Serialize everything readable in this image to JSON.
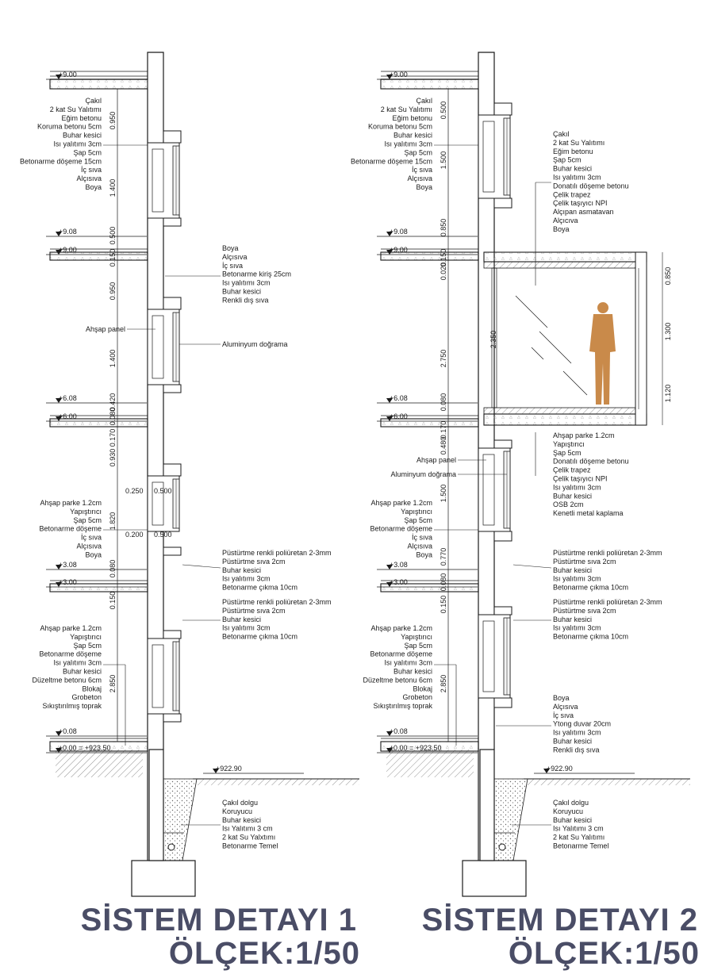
{
  "titles": {
    "left_title": "SİSTEM DETAYI 1",
    "left_scale": "ÖLÇEK:1/50",
    "right_title": "SİSTEM DETAYI 2",
    "right_scale": "ÖLÇEK:1/50"
  },
  "left": {
    "levels": [
      "+9.00",
      "+9.08",
      "+9.00",
      "+6.08",
      "+6.00",
      "+3.08",
      "+3.00",
      "+0.08",
      "±0.00 = +923.50",
      "+922.90"
    ],
    "dims": [
      "0.950",
      "1.400",
      "0.500",
      "0.150",
      "0.950",
      "1.400",
      "0.420",
      "0.080",
      "0.170",
      "0.930",
      "1.820",
      "0.080",
      "0.150",
      "2.850"
    ],
    "window_dims": [
      "0.250",
      "0.500",
      "0.200",
      "0.500"
    ],
    "roof_layers": [
      "Çakıl",
      "2 kat Su Yalıtımı",
      "Eğim betonu",
      "Koruma betonu 5cm",
      "Buhar kesici",
      "Isı yalıtımı 3cm",
      "Şap 5cm",
      "Betonarme döşeme 15cm",
      "İç sıva",
      "Alçısıva",
      "Boya"
    ],
    "wall_layers": [
      "Boya",
      "Alçısıva",
      "İç sıva",
      "Betonarme kiriş 25cm",
      "Isı yalıtımı 3cm",
      "Buhar kesici",
      "Renkli dış sıva"
    ],
    "wood_panel": "Ahşap panel",
    "aluminium": "Aluminyum doğrama",
    "floor_layers": [
      "Ahşap parke 1.2cm",
      "Yapıştırıcı",
      "Şap 5cm",
      "Betonarme döşeme",
      "İç sıva",
      "Alçısıva",
      "Boya"
    ],
    "cantilever1": [
      "Püstürtme renkli poliüretan 2-3mm",
      "Püstürtme sıva 2cm",
      "Buhar kesici",
      "Isı yalıtımı 3cm",
      "Betonarme çıkma 10cm"
    ],
    "cantilever2": [
      "Püstürtme renkli poliüretan 2-3mm",
      "Püstürtme sıva 2cm",
      "Buhar kesici",
      "Isı yalıtımı 3cm",
      "Betonarme çıkma 10cm"
    ],
    "ground_layers": [
      "Ahşap parke 1.2cm",
      "Yapıştırıcı",
      "Şap 5cm",
      "Betonarme döşeme",
      "Isı yalıtımı 3cm",
      "Buhar kesici",
      "Düzeltme betonu 6cm",
      "Blokaj",
      "Grobeton",
      "Sıkıştırılmış toprak"
    ],
    "foundation": [
      "Çakıl dolgu",
      "Koruyucu",
      "Buhar kesici",
      "Isı Yalıtımı 3 cm",
      "2 kat Su Yalxtımı",
      "Betonarme Temel"
    ]
  },
  "right": {
    "levels": [
      "+9.00",
      "+9.08",
      "+9.00",
      "+6.08",
      "+6.00",
      "+3.08",
      "+3.00",
      "+0.08",
      "±0.00 = +923.50",
      "+922.90"
    ],
    "dims": [
      "0.500",
      "1.500",
      "0.850",
      "0.150",
      "0.020",
      "2.750",
      "0.080",
      "0.170",
      "0.480",
      "1.500",
      "0.770",
      "0.080",
      "0.150",
      "2.850"
    ],
    "box_dims": [
      "2.350",
      "0.850",
      "1.300",
      "1.120"
    ],
    "roof_layers": [
      "Çakıl",
      "2 kat Su Yalıtımı",
      "Eğim betonu",
      "Koruma betonu 5cm",
      "Buhar kesici",
      "Isı yalıtımı 3cm",
      "Şap 5cm",
      "Betonarme döşeme 15cm",
      "İç sıva",
      "Alçısıva",
      "Boya"
    ],
    "box_roof": [
      "Çakıl",
      "2 kat Su Yalıtımı",
      "Eğim betonu",
      "Şap 5cm",
      "Buhar kesici",
      "Isı yalıtımı 3cm",
      "Donatılı döşeme betonu",
      "Çelik trapez",
      "Çelik taşıyıcı NPI",
      "Alçıpan asmatavan",
      "Alçıcıva",
      "Boya"
    ],
    "box_floor": [
      "Ahşap parke 1.2cm",
      "Yapıştırıcı",
      "Şap 5cm",
      "Donatılı döşeme betonu",
      "Çelik trapez",
      "Çelik taşıyıcı NPI",
      "Isı yalıtımı 3cm",
      "Buhar kesici",
      "OSB 2cm",
      "Kenetli metal kaplama"
    ],
    "wood_panel": "Ahşap panel",
    "aluminium": "Aluminyum doğrama",
    "floor_layers": [
      "Ahşap parke 1.2cm",
      "Yapıştırıcı",
      "Şap 5cm",
      "Betonarme döşeme",
      "İç sıva",
      "Alçısıva",
      "Boya"
    ],
    "cantilever1": [
      "Püstürtme renkli poliüretan 2-3mm",
      "Püstürtme sıva 2cm",
      "Buhar kesici",
      "Isı yalıtımı 3cm",
      "Betonarme çıkma 10cm"
    ],
    "cantilever2": [
      "Püstürtme renkli poliüretan 2-3mm",
      "Püstürtme sıva 2cm",
      "Buhar kesici",
      "Isı yalıtımı 3cm",
      "Betonarme çıkma 10cm"
    ],
    "ground_layers": [
      "Ahşap parke 1.2cm",
      "Yapıştırıcı",
      "Şap 5cm",
      "Betonarme döşeme",
      "Isı yalıtımı 3cm",
      "Buhar kesici",
      "Düzeltme betonu 6cm",
      "Blokaj",
      "Grobeton",
      "Sıkıştırılmış toprak"
    ],
    "wall_layers": [
      "Boya",
      "Alçısıva",
      "İç sıva",
      "Ytong duvar 20cm",
      "Isı yalıtımı 3cm",
      "Buhar kesici",
      "Renkli dış sıva"
    ],
    "foundation": [
      "Çakıl dolgu",
      "Koruyucu",
      "Buhar kesici",
      "Isı Yalıtımı 3 cm",
      "2 kat Su Yalıtımı",
      "Betonarme Temel"
    ]
  },
  "colors": {
    "title": "#4a4d66",
    "line": "#1a1a1a",
    "figure": "#c98a4a",
    "hatch": "#8a8a8a"
  }
}
